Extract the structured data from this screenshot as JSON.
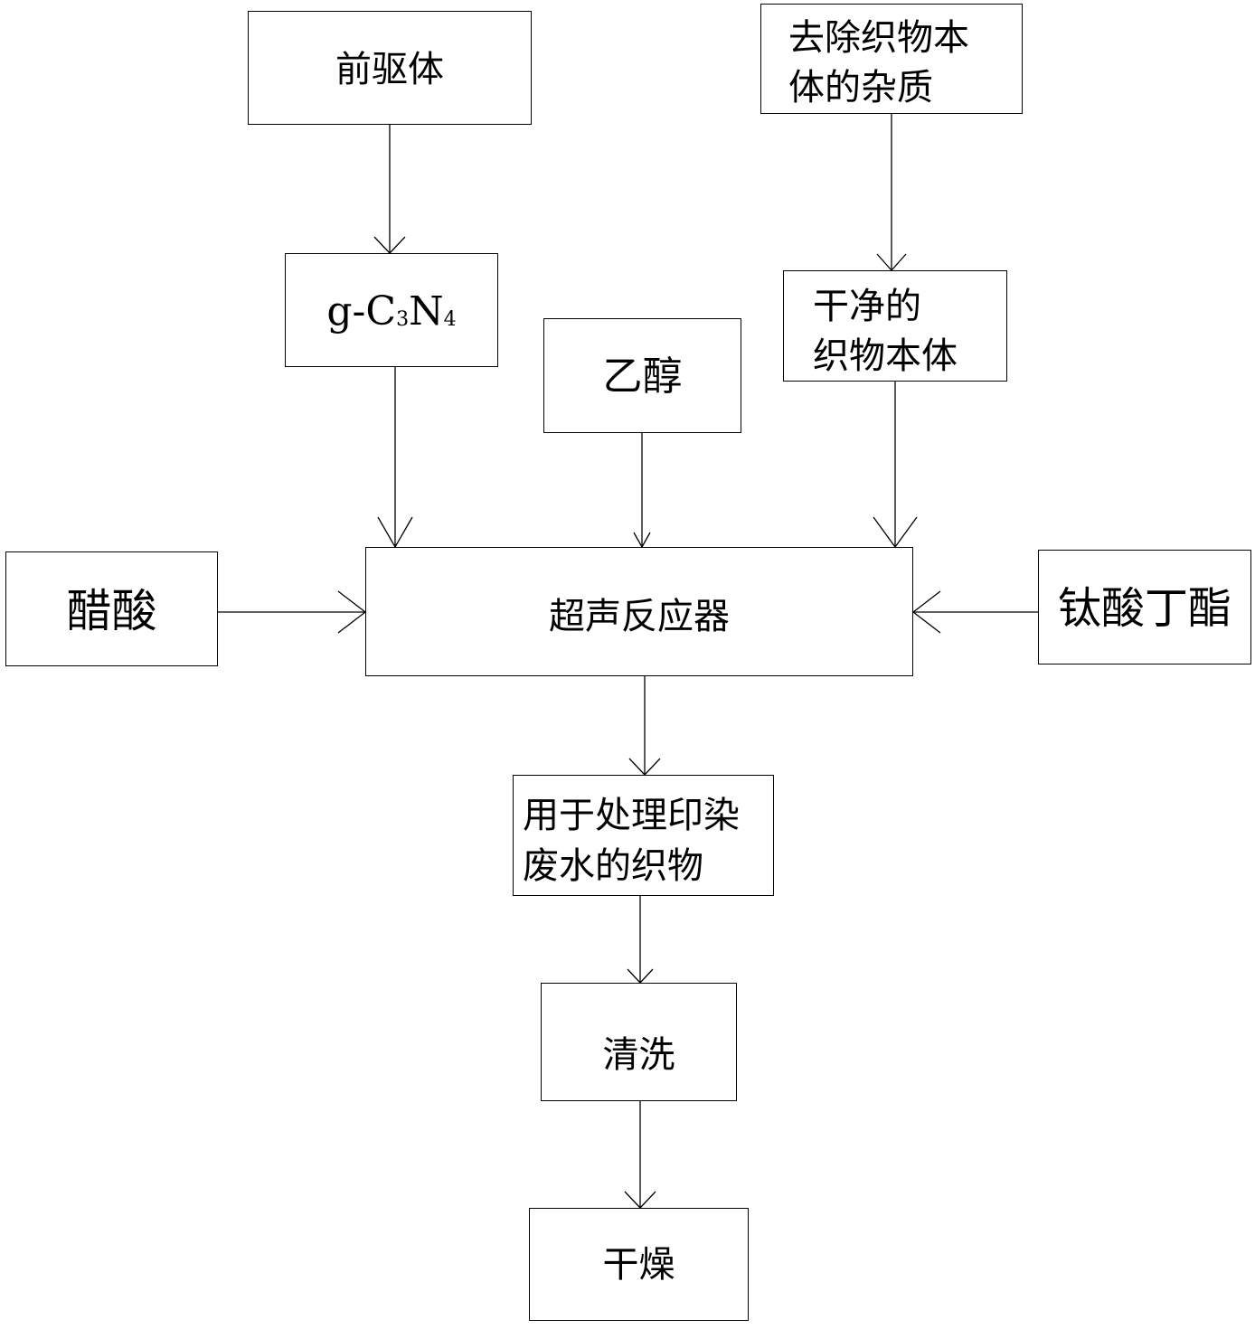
{
  "nodes": {
    "precursor": {
      "label": "前驱体"
    },
    "remove_impurities": {
      "lines": [
        "去除织物本",
        "体的杂质"
      ]
    },
    "gcn": {
      "prefix": "g-C",
      "sub1": "3",
      "mid": "N",
      "sub2": "4"
    },
    "clean_fabric": {
      "lines": [
        "干净的",
        "织物本体"
      ]
    },
    "ethanol": {
      "label": "乙醇"
    },
    "acetic_acid": {
      "label": "醋酸"
    },
    "ultrasonic_reactor": {
      "label": "超声反应器"
    },
    "butyl_titanate": {
      "label": "钛酸丁酯"
    },
    "treated_fabric": {
      "lines": [
        "用于处理印染",
        "废水的织物"
      ]
    },
    "washing": {
      "label": "清洗"
    },
    "drying": {
      "label": "干燥"
    }
  },
  "edges": [
    {
      "from": "precursor",
      "to": "gcn"
    },
    {
      "from": "remove_impurities",
      "to": "clean_fabric"
    },
    {
      "from": "gcn",
      "to": "ultrasonic_reactor"
    },
    {
      "from": "ethanol",
      "to": "ultrasonic_reactor"
    },
    {
      "from": "clean_fabric",
      "to": "ultrasonic_reactor"
    },
    {
      "from": "acetic_acid",
      "to": "ultrasonic_reactor"
    },
    {
      "from": "butyl_titanate",
      "to": "ultrasonic_reactor"
    },
    {
      "from": "ultrasonic_reactor",
      "to": "treated_fabric"
    },
    {
      "from": "treated_fabric",
      "to": "washing"
    },
    {
      "from": "washing",
      "to": "drying"
    }
  ]
}
